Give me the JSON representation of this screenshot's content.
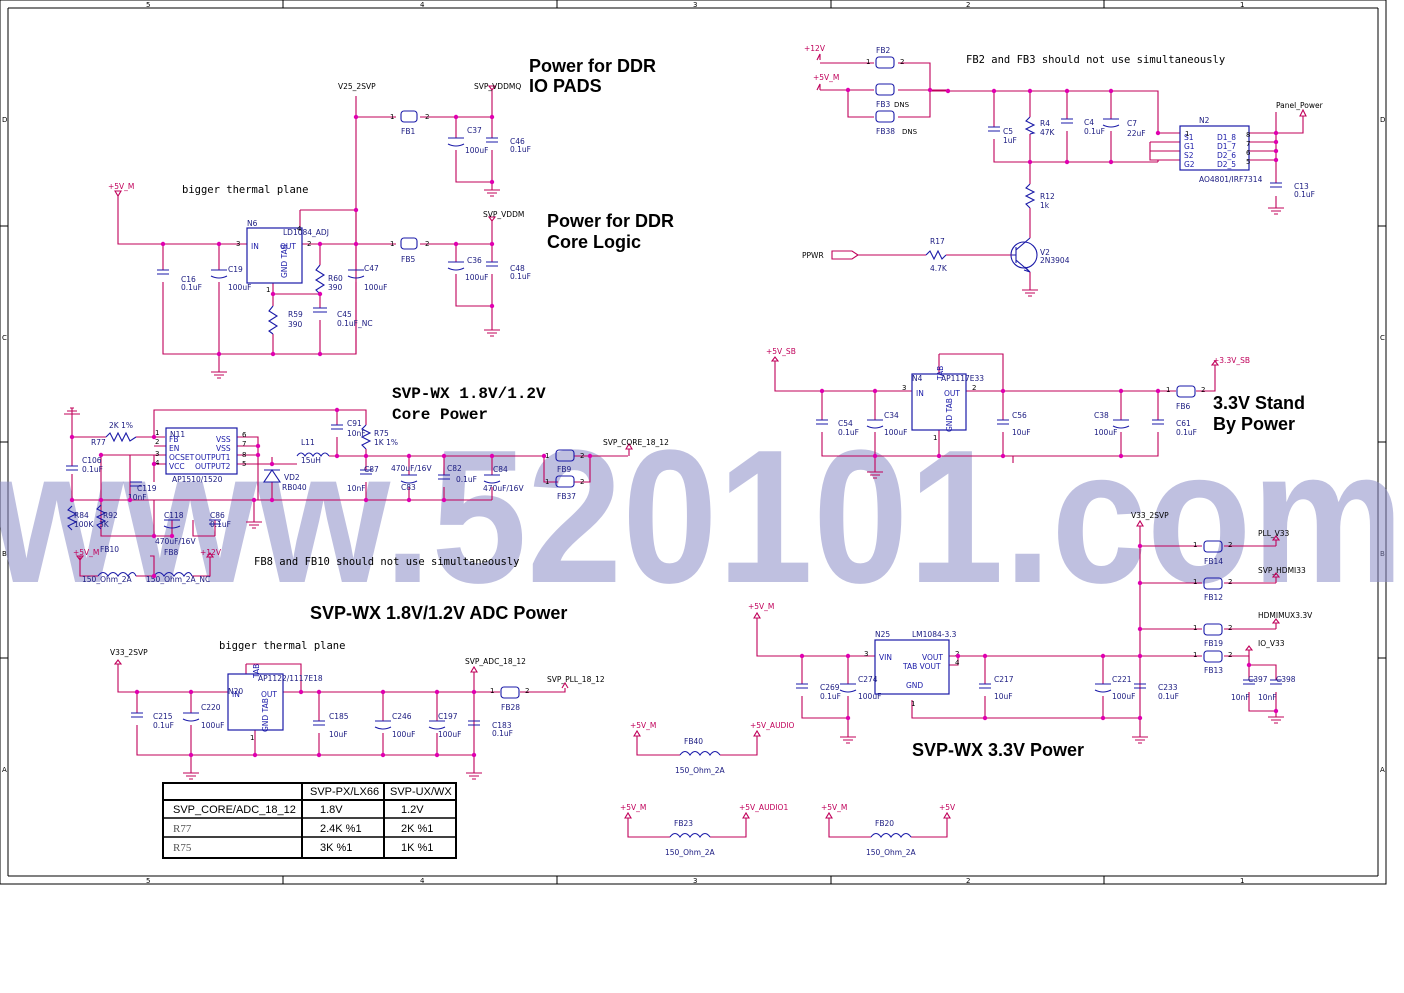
{
  "border": {
    "columns": [
      "5",
      "4",
      "3",
      "2",
      "1"
    ],
    "rows": [
      "D",
      "C",
      "B",
      "A"
    ]
  },
  "watermark": "www.520101.com",
  "titles": {
    "ddr_io": "Power for DDR",
    "ddr_io_2": "IO PADS",
    "ddr_core": "Power for DDR",
    "ddr_core_2": "Core Logic",
    "core_power": "SVP-WX  1.8V/1.2V",
    "core_power_2": "Core Power",
    "adc_power": "SVP-WX  1.8V/1.2V ADC Power",
    "standby": "3.3V Stand",
    "standby_2": "By Power",
    "svp33": "SVP-WX 3.3V Power"
  },
  "notes": {
    "thermal1": "bigger thermal plane",
    "thermal2": "bigger thermal plane",
    "fb2_fb3": "FB2 and FB3 should not use simultaneously",
    "fb8_fb10": "FB8 and FB10 should not use simultaneously"
  },
  "nets": {
    "v25_2svp": "V25_2SVP",
    "svp_vddmq": "SVP_VDDMQ",
    "svp_vddm": "SVP_VDDM",
    "p5v_m_1": "+5V_M",
    "p12v_1": "+12V",
    "p5v_m_2": "+5V_M",
    "panel_power": "Panel_Power",
    "ppwr": "PPWR",
    "p5v_sb": "+5V_SB",
    "p33v_sb": "+3.3V_SB",
    "svp_core": "SVP_CORE_18_12",
    "p5v_m_3": "+5V_M",
    "p12v_2": "+12V",
    "v33_2svp_1": "V33_2SVP",
    "v33_2svp_2": "V33_2SVP",
    "pll_v33": "PLL_V33",
    "svp_hdmi33": "SVP_HDMI33",
    "hdmimux": "HDMIMUX3.3V",
    "io_v33": "IO_V33",
    "p5v_m_4": "+5V_M",
    "svp_adc": "SVP_ADC_18_12",
    "svp_pll": "SVP_PLL_18_12",
    "p5v_m_5": "+5V_M",
    "p5v_audio": "+5V_AUDIO",
    "p5v_m_6": "+5V_M",
    "p5v_audio1": "+5V_AUDIO1",
    "p5v_m_7": "+5V_M",
    "p5v": "+5V"
  },
  "parts": {
    "fb1": "FB1",
    "fb5": "FB5",
    "fb2": "FB2",
    "fb3": "FB3",
    "fb38": "FB38",
    "dns1": "DNS",
    "dns2": "DNS",
    "c37": "C37",
    "c37v": "100uF",
    "c46": "C46",
    "c46v": "0.1uF",
    "c36": "C36",
    "c36v": "100uF",
    "c48": "C48",
    "c48v": "0.1uF",
    "n6": "N6",
    "n6p": "LD1084_ADJ",
    "c16": "C16",
    "c16v": "0.1uF",
    "c19": "C19",
    "c19v": "100uF",
    "r60": "R60",
    "r60v": "390",
    "c47": "C47",
    "c47v": "100uF",
    "r59": "R59",
    "r59v": "390",
    "c45": "C45",
    "c45v": "0.1uF_NC",
    "c5": "C5",
    "c5v": "1uF",
    "r4": "R4",
    "r4v": "47K",
    "c4": "C4",
    "c4v": "0.1uF",
    "c7": "C7",
    "c7v": "22uF",
    "n2": "N2",
    "n2p": "AO4801/IRF7314",
    "c13": "C13",
    "c13v": "0.1uF",
    "r12": "R12",
    "r12v": "1k",
    "r17": "R17",
    "r17v": "4.7K",
    "v2": "V2",
    "v2p": "2N3904",
    "n4": "N4",
    "n4p": "AP1117E33",
    "c54": "C54",
    "c54v": "0.1uF",
    "c34": "C34",
    "c34v": "100uF",
    "c56": "C56",
    "c56v": "10uF",
    "c38": "C38",
    "c38v": "100uF",
    "c61": "C61",
    "c61v": "0.1uF",
    "fb6": "FB6",
    "n11": "N11",
    "n11p": "AP1510/1520",
    "r77": "R77",
    "r77v": "2K 1%",
    "c91": "C91",
    "c91v": "10nF",
    "r75": "R75",
    "r75v": "1K 1%",
    "l11": "L11",
    "l11v": "15uH",
    "vd2": "VD2",
    "vd2p": "RB040",
    "c87": "C87",
    "c87v": "10nF",
    "c83": "C83",
    "c83v": "470uF/16V",
    "c82": "C82",
    "c82v": "0.1uF",
    "c84": "C84",
    "c84v": "470uF/16V",
    "fb9": "FB9",
    "fb37": "FB37",
    "c106": "C106",
    "c106v": "0.1uF",
    "c119": "C119",
    "c119v": "10nF",
    "r84": "R84",
    "r84v": "100K",
    "r92": "R92",
    "r92v": "3K",
    "c118": "C118",
    "c118v": "470uF/16V",
    "c86": "C86",
    "c86v": "0.1uF",
    "fb10": "FB10",
    "fb10v": "150_Ohm_2A",
    "fb8": "FB8",
    "fb8v": "150_Ohm_2A_NC",
    "fb14": "FB14",
    "fb12": "FB12",
    "fb19": "FB19",
    "fb13": "FB13",
    "n25": "N25",
    "n25p": "LM1084-3.3",
    "c269": "C269",
    "c269v": "0.1uF",
    "c274": "C274",
    "c274v": "100uF",
    "c217": "C217",
    "c217v": "10uF",
    "c221": "C221",
    "c221v": "100uF",
    "c233": "C233",
    "c233v": "0.1uF",
    "c397": "C397",
    "c397v": "10nF",
    "c398": "C398",
    "c398v": "10nF",
    "n20": "N20",
    "n20p": "AP1122/1117E18",
    "c215": "C215",
    "c215v": "0.1uF",
    "c220": "C220",
    "c220v": "100uF",
    "c185": "C185",
    "c185v": "10uF",
    "c246": "C246",
    "c246v": "100uF",
    "c197": "C197",
    "c197v": "100uF",
    "c183": "C183",
    "c183v": "0.1uF",
    "fb28": "FB28",
    "fb40": "FB40",
    "fb40v": "150_Ohm_2A",
    "fb23": "FB23",
    "fb23v": "150_Ohm_2A",
    "fb20": "FB20",
    "fb20v": "150_Ohm_2A"
  },
  "pins": {
    "in": "IN",
    "out": "OUT",
    "gndtab": "GND TAB",
    "tab": "TAB",
    "vin": "VIN",
    "vout": "VOUT",
    "tabvout": "TAB VOUT",
    "gnd": "GND",
    "fb": "FB",
    "en": "EN",
    "ocset": "OCSET",
    "vcc": "VCC",
    "vss": "VSS",
    "output1": "OUTPUT1",
    "output2": "OUTPUT2",
    "s1": "S1",
    "g1": "G1",
    "s2": "S2",
    "g2": "G2",
    "d1_8": "D1_8",
    "d1_7": "D1_7",
    "d2_6": "D2_6",
    "d2_5": "D2_5"
  },
  "table": {
    "headers": [
      "",
      "SVP-PX/LX66",
      "SVP-UX/WX"
    ],
    "rows": [
      [
        "SVP_CORE/ADC_18_12",
        "1.8V",
        "1.2V"
      ],
      [
        "R77",
        "2.4K %1",
        "2K %1"
      ],
      [
        "R75",
        "3K %1",
        "1K %1"
      ]
    ]
  },
  "colors": {
    "wire": "#c0005a",
    "component": "#1a1aa8",
    "junction": "#e000b0",
    "watermark": "#8a8dc6"
  }
}
